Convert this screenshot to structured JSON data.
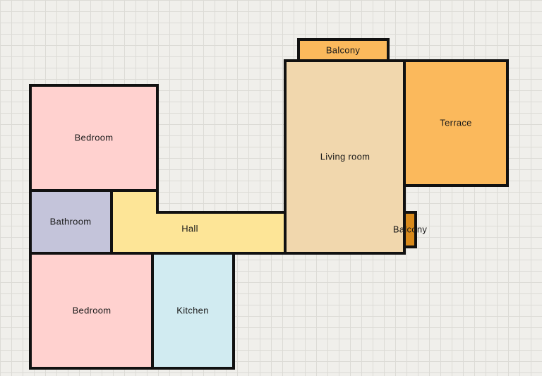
{
  "colors": {
    "bedroom": "#ffd1cf",
    "bathroom": "#c4c4da",
    "hall": "#fde597",
    "kitchen": "#d1ebf1",
    "living_room": "#f1d7ad",
    "terrace": "#fbb95c",
    "balcony_top": "#fbb95c",
    "balcony_side": "#d88a1c",
    "wall": "#111111",
    "background": "#f0efeb",
    "grid": "#dcdbd6"
  },
  "rooms": [
    {
      "key": "bedroom-top",
      "label": "Bedroom",
      "color": "bedroom"
    },
    {
      "key": "bathroom",
      "label": "Bathroom",
      "color": "bathroom"
    },
    {
      "key": "bedroom-bottom",
      "label": "Bedroom",
      "color": "bedroom"
    },
    {
      "key": "hall",
      "label": "Hall",
      "color": "hall"
    },
    {
      "key": "kitchen",
      "label": "Kitchen",
      "color": "kitchen"
    },
    {
      "key": "living-room",
      "label": "Living room",
      "color": "living_room"
    },
    {
      "key": "balcony-top",
      "label": "Balcony",
      "color": "balcony_top"
    },
    {
      "key": "terrace",
      "label": "Terrace",
      "color": "terrace"
    },
    {
      "key": "balcony-side",
      "label": "Balcony",
      "color": "balcony_side"
    }
  ]
}
